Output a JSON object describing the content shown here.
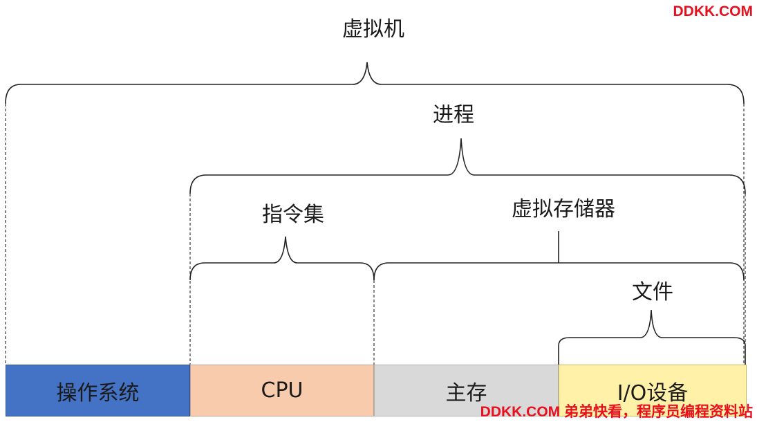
{
  "labels": {
    "vm": "虚拟机",
    "process": "进程",
    "isa": "指令集",
    "vmem": "虚拟存储器",
    "file": "文件"
  },
  "blocks": [
    {
      "label": "操作系统",
      "fill": "#4472c4",
      "stroke": "#2f528f"
    },
    {
      "label": "CPU",
      "fill": "#f8cbad",
      "stroke": "#c0a090"
    },
    {
      "label": "主存",
      "fill": "#d9d9d9",
      "stroke": "#b0b0b0"
    },
    {
      "label": "I/O设备",
      "fill": "#fff2a8",
      "stroke": "#c8b860"
    }
  ],
  "watermark": {
    "top": "DDKK.COM",
    "bottom": "DDKK.COM 弟弟快看，程序员编程资料站",
    "color": "#e8101e"
  }
}
